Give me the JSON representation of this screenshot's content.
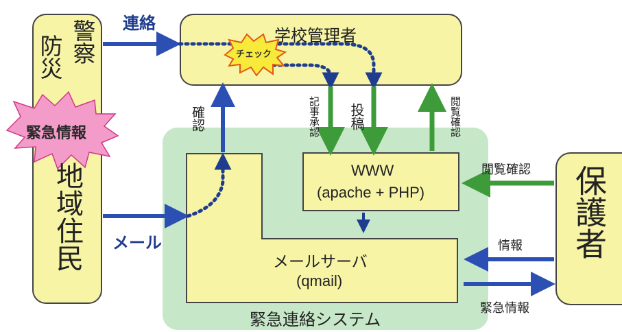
{
  "left_column": {
    "police": "警察",
    "disaster": "防災",
    "emergency_burst": "緊急情報",
    "residents": "地域住民"
  },
  "admin_box": {
    "title": "学校管理者",
    "check_burst": "チェック"
  },
  "labels": {
    "contact": "連絡",
    "mail": "メール",
    "confirm": "確認",
    "article_approval": "記事承認",
    "post": "投稿",
    "view_confirm_vertical": "閲覧確認",
    "view_confirm": "閲覧確認",
    "info": "情報",
    "emergency_info": "緊急情報"
  },
  "www_box": {
    "line1": "WWW",
    "line2": "(apache + PHP)"
  },
  "mail_server_box": {
    "line1": "メールサーバ",
    "line2": "(qmail)"
  },
  "system": {
    "title": "緊急連絡システム"
  },
  "guardian": {
    "title": "保護者"
  },
  "colors": {
    "box_fill": "#f7f4a6",
    "system_fill": "#c7e8c8",
    "blue_arrow": "#2b4fb3",
    "green_arrow": "#3e9b3a",
    "burst_pink": "#f39bc9",
    "burst_yellow": "#f7ea3a"
  }
}
